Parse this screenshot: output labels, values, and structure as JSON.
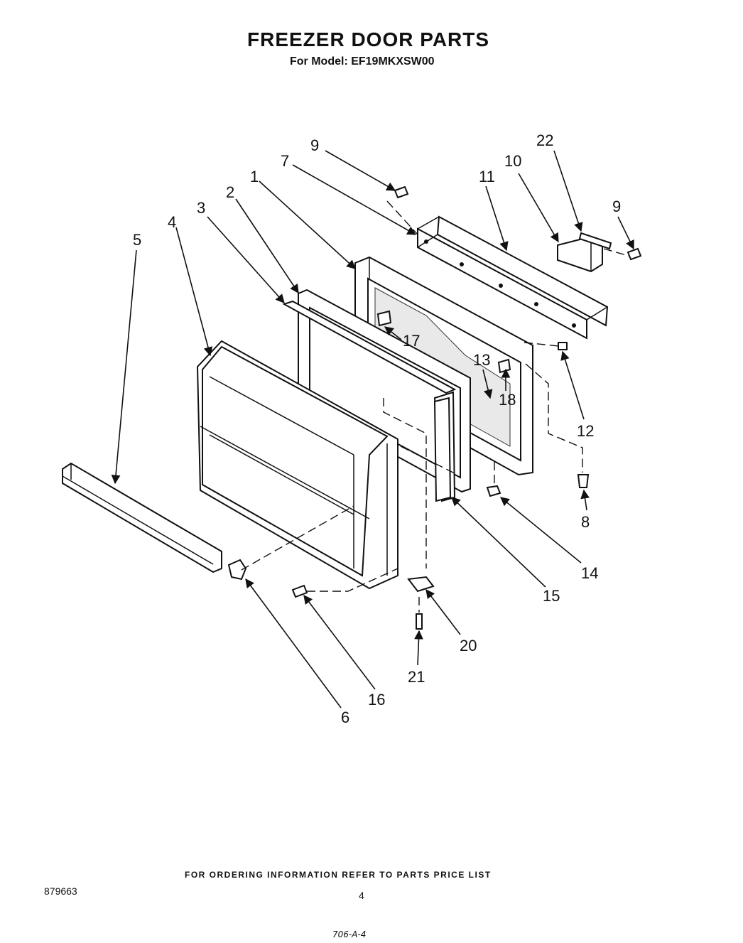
{
  "header": {
    "title": "FREEZER DOOR PARTS",
    "subtitle": "For Model: EF19MKXSW00"
  },
  "callouts": [
    "9",
    "7",
    "1",
    "2",
    "3",
    "4",
    "5",
    "11",
    "10",
    "22",
    "9",
    "17",
    "13",
    "18",
    "12",
    "8",
    "14",
    "15",
    "20",
    "21",
    "16",
    "6"
  ],
  "footer": {
    "ordering_note": "FOR ORDERING INFORMATION REFER TO PARTS PRICE LIST",
    "document_number": "879663",
    "page_number": "4",
    "code": "706-A-4"
  }
}
